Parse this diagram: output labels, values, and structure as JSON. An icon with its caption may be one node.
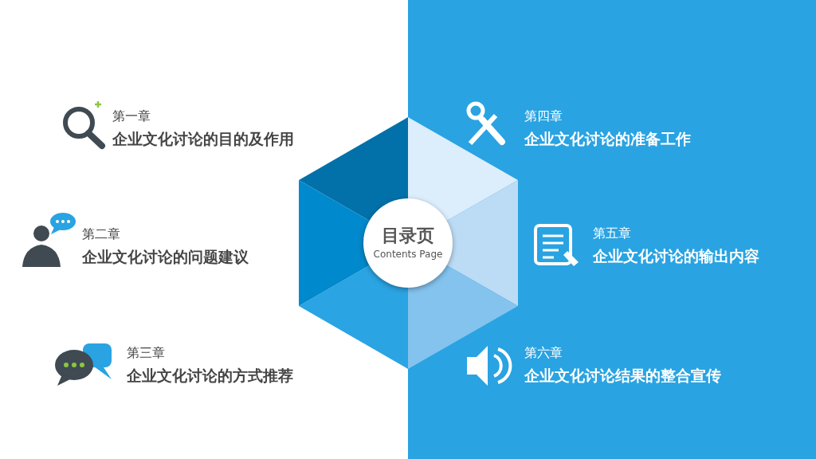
{
  "diagram": {
    "nodes": [
      {
        "text": [
          "目录页",
          "Contents Page"
        ]
      }
    ],
    "labels": [
      "第一章",
      "企业文化讨论的目的及作用",
      "第四章",
      "企业文化讨论的准备工作",
      "第二章",
      "企业文化讨论的问题建议",
      "第五章",
      "企业文化讨论的输出内容",
      "第三章",
      "企业文化讨论的方式推荐",
      "第六章",
      "企业文化讨论结果的整合宣传"
    ]
  }
}
